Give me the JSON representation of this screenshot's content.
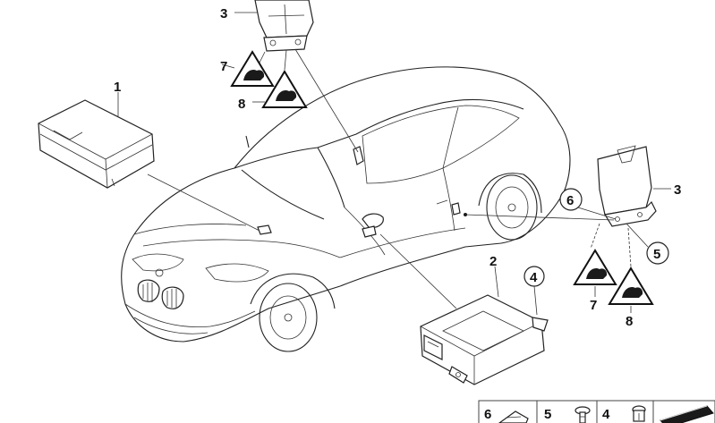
{
  "callouts": {
    "c1": "1",
    "c2": "2",
    "c3_top": "3",
    "c3_right": "3",
    "c4": "4",
    "c5_right": "5",
    "c6_right": "6",
    "c7_top": "7",
    "c7_right": "7",
    "c8_top": "8",
    "c8_right": "8"
  },
  "legend": {
    "c6": "6",
    "c5": "5",
    "c4": "4"
  },
  "icons": {
    "warning": "airbag-warning-triangle-icon",
    "screw": "screw-icon",
    "nut": "nut-icon",
    "clip": "clip-icon",
    "plate": "mounting-plate-icon"
  },
  "colors": {
    "line": "#222222",
    "legend_box": "#444444",
    "plate": "#1a1a1a"
  }
}
